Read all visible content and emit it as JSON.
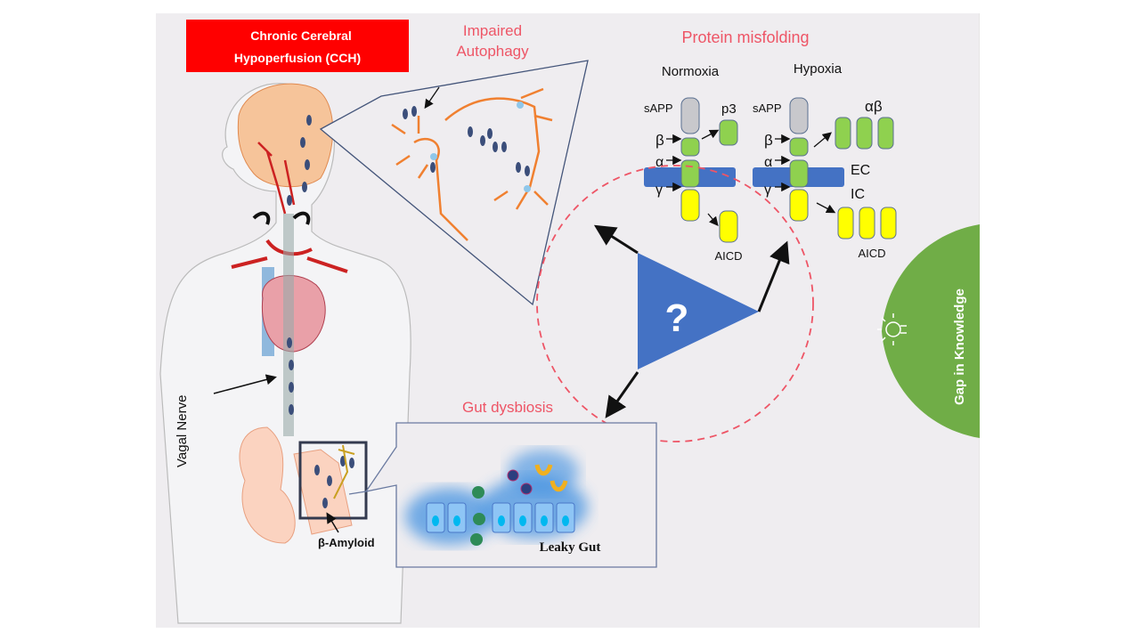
{
  "title_box": {
    "text_line1": "Chronic Cerebral",
    "text_line2": "Hypoperfusion (CCH)",
    "color": "#ff0000"
  },
  "autophagy": {
    "label_line1": "Impaired",
    "label_line2": "Autophagy"
  },
  "protein": {
    "title": "Protein misfolding",
    "normoxia": {
      "title": "Normoxia",
      "sapp": "sAPP",
      "beta": "β",
      "alpha": "α",
      "gamma": "γ",
      "p3": "p3",
      "aicd": "AICD"
    },
    "hypoxia": {
      "title": "Hypoxia",
      "sapp": "sAPP",
      "beta": "β",
      "alpha": "α",
      "gamma": "γ",
      "ab": "αβ",
      "ec": "EC",
      "ic": "IC",
      "aicd": "AICD"
    }
  },
  "center": {
    "symbol": "?"
  },
  "gut": {
    "title": "Gut dysbiosis",
    "leaky": "Leaky Gut"
  },
  "body": {
    "vagal": "Vagal Nerve",
    "amyloid": "β-Amyloid"
  },
  "gap": {
    "label": "Gap in Knowledge"
  },
  "colors": {
    "accent_red": "#ee5566",
    "triangle_blue": "#4472c4",
    "gap_green": "#70ad47",
    "membrane_blue": "#4472c4",
    "green_cyl": "#8fd14f",
    "yellow_cyl": "#ffff00"
  }
}
